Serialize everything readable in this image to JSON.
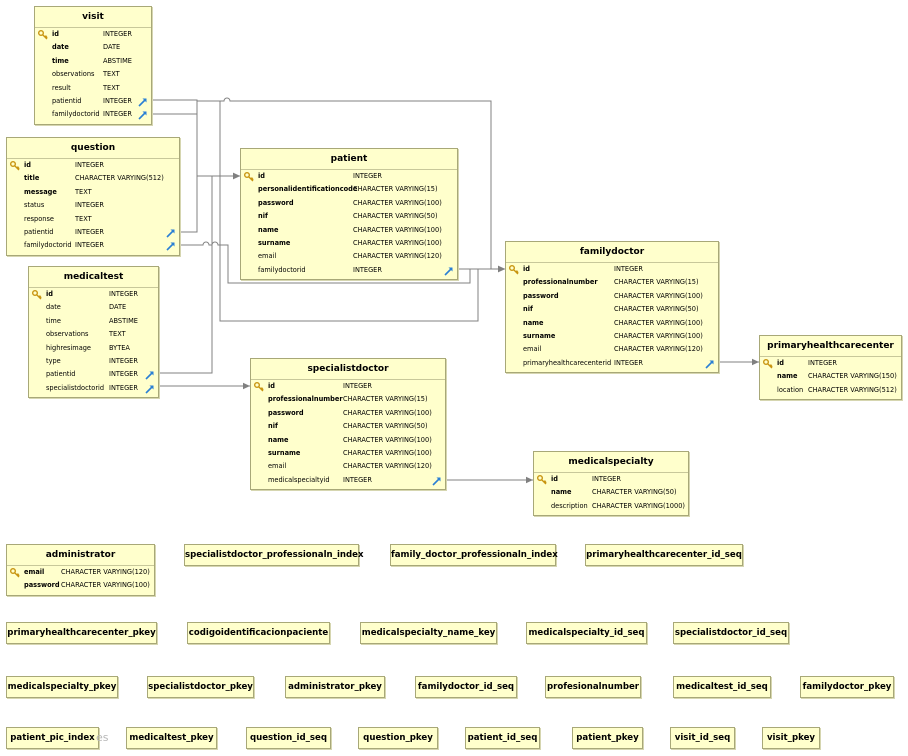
{
  "tables": [
    {
      "name": "visit",
      "columns": [
        {
          "name": "id",
          "type": "INTEGER",
          "pk": true,
          "bold": true
        },
        {
          "name": "date",
          "type": "DATE",
          "bold": true
        },
        {
          "name": "time",
          "type": "ABSTIME",
          "bold": true
        },
        {
          "name": "observations",
          "type": "TEXT"
        },
        {
          "name": "result",
          "type": "TEXT"
        },
        {
          "name": "patientid",
          "type": "INTEGER",
          "fk": true
        },
        {
          "name": "familydoctorid",
          "type": "INTEGER",
          "fk": true
        }
      ]
    },
    {
      "name": "question",
      "columns": [
        {
          "name": "id",
          "type": "INTEGER",
          "pk": true,
          "bold": true
        },
        {
          "name": "title",
          "type": "CHARACTER VARYING(512)",
          "bold": true
        },
        {
          "name": "message",
          "type": "TEXT",
          "bold": true
        },
        {
          "name": "status",
          "type": "INTEGER"
        },
        {
          "name": "response",
          "type": "TEXT"
        },
        {
          "name": "patientid",
          "type": "INTEGER",
          "fk": true
        },
        {
          "name": "familydoctorid",
          "type": "INTEGER",
          "fk": true
        }
      ]
    },
    {
      "name": "medicaltest",
      "columns": [
        {
          "name": "id",
          "type": "INTEGER",
          "pk": true,
          "bold": true
        },
        {
          "name": "date",
          "type": "DATE"
        },
        {
          "name": "time",
          "type": "ABSTIME"
        },
        {
          "name": "observations",
          "type": "TEXT"
        },
        {
          "name": "highresimage",
          "type": "BYTEA"
        },
        {
          "name": "type",
          "type": "INTEGER"
        },
        {
          "name": "patientid",
          "type": "INTEGER",
          "fk": true
        },
        {
          "name": "specialistdoctorid",
          "type": "INTEGER",
          "fk": true
        }
      ]
    },
    {
      "name": "patient",
      "columns": [
        {
          "name": "id",
          "type": "INTEGER",
          "pk": true,
          "bold": true
        },
        {
          "name": "personalidentificationcode",
          "type": "CHARACTER VARYING(15)",
          "bold": true
        },
        {
          "name": "password",
          "type": "CHARACTER VARYING(100)",
          "bold": true
        },
        {
          "name": "nif",
          "type": "CHARACTER VARYING(50)",
          "bold": true
        },
        {
          "name": "name",
          "type": "CHARACTER VARYING(100)",
          "bold": true
        },
        {
          "name": "surname",
          "type": "CHARACTER VARYING(100)",
          "bold": true
        },
        {
          "name": "email",
          "type": "CHARACTER VARYING(120)"
        },
        {
          "name": "familydoctorid",
          "type": "INTEGER",
          "fk": true
        }
      ]
    },
    {
      "name": "familydoctor",
      "columns": [
        {
          "name": "id",
          "type": "INTEGER",
          "pk": true,
          "bold": true
        },
        {
          "name": "professionalnumber",
          "type": "CHARACTER VARYING(15)",
          "bold": true
        },
        {
          "name": "password",
          "type": "CHARACTER VARYING(100)",
          "bold": true
        },
        {
          "name": "nif",
          "type": "CHARACTER VARYING(50)",
          "bold": true
        },
        {
          "name": "name",
          "type": "CHARACTER VARYING(100)",
          "bold": true
        },
        {
          "name": "surname",
          "type": "CHARACTER VARYING(100)",
          "bold": true
        },
        {
          "name": "email",
          "type": "CHARACTER VARYING(120)"
        },
        {
          "name": "primaryhealthcarecenterid",
          "type": "INTEGER",
          "fk": true
        }
      ]
    },
    {
      "name": "primaryhealthcarecenter",
      "columns": [
        {
          "name": "id",
          "type": "INTEGER",
          "pk": true,
          "bold": true
        },
        {
          "name": "name",
          "type": "CHARACTER VARYING(150)",
          "bold": true
        },
        {
          "name": "location",
          "type": "CHARACTER VARYING(512)"
        }
      ]
    },
    {
      "name": "specialistdoctor",
      "columns": [
        {
          "name": "id",
          "type": "INTEGER",
          "pk": true,
          "bold": true
        },
        {
          "name": "professionalnumber",
          "type": "CHARACTER VARYING(15)",
          "bold": true
        },
        {
          "name": "password",
          "type": "CHARACTER VARYING(100)",
          "bold": true
        },
        {
          "name": "nif",
          "type": "CHARACTER VARYING(50)",
          "bold": true
        },
        {
          "name": "name",
          "type": "CHARACTER VARYING(100)",
          "bold": true
        },
        {
          "name": "surname",
          "type": "CHARACTER VARYING(100)",
          "bold": true
        },
        {
          "name": "email",
          "type": "CHARACTER VARYING(120)"
        },
        {
          "name": "medicalspecialtyid",
          "type": "INTEGER",
          "fk": true
        }
      ]
    },
    {
      "name": "medicalspecialty",
      "columns": [
        {
          "name": "id",
          "type": "INTEGER",
          "pk": true,
          "bold": true
        },
        {
          "name": "name",
          "type": "CHARACTER VARYING(50)",
          "bold": true
        },
        {
          "name": "description",
          "type": "CHARACTER VARYING(1000)"
        }
      ]
    },
    {
      "name": "administrator",
      "columns": [
        {
          "name": "email",
          "type": "CHARACTER VARYING(120)",
          "pk": true,
          "bold": true
        },
        {
          "name": "password",
          "type": "CHARACTER VARYING(100)",
          "bold": true
        }
      ]
    }
  ],
  "indexes": [
    "specialistdoctor_professionaln_index",
    "family_doctor_professionaln_index",
    "primaryhealthcarecenter_id_seq",
    "primaryhealthcarecenter_pkey",
    "codigoidentificacionpaciente",
    "medicalspecialty_name_key",
    "medicalspecialty_id_seq",
    "specialistdoctor_id_seq",
    "medicalspecialty_pkey",
    "specialistdoctor_pkey",
    "administrator_pkey",
    "familydoctor_id_seq",
    "profesionalnumber",
    "medicaltest_id_seq",
    "familydoctor_pkey",
    "patient_pic_index",
    "medicaltest_pkey",
    "question_id_seq",
    "question_pkey",
    "patient_id_seq",
    "patient_pkey",
    "visit_id_seq",
    "visit_pkey"
  ],
  "ghost_text": "es",
  "colors": {
    "fill": "#ffffcc",
    "border": "#a8a878",
    "line": "#808080",
    "key": "#d4a017",
    "fk": "#2a7fd4"
  },
  "icons": {
    "pk": "key-icon",
    "fk": "foreign-key-arrow-icon"
  }
}
